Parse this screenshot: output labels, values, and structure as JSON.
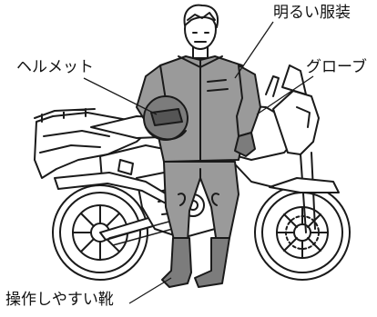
{
  "labels": {
    "clothes": "明るい服装",
    "helmet": "ヘルメット",
    "gloves": "グローブ",
    "shoes": "操作しやすい靴"
  },
  "colors": {
    "suit": "#9a9a9a",
    "boots": "#7c7c7c",
    "line": "#1a1a1a"
  }
}
